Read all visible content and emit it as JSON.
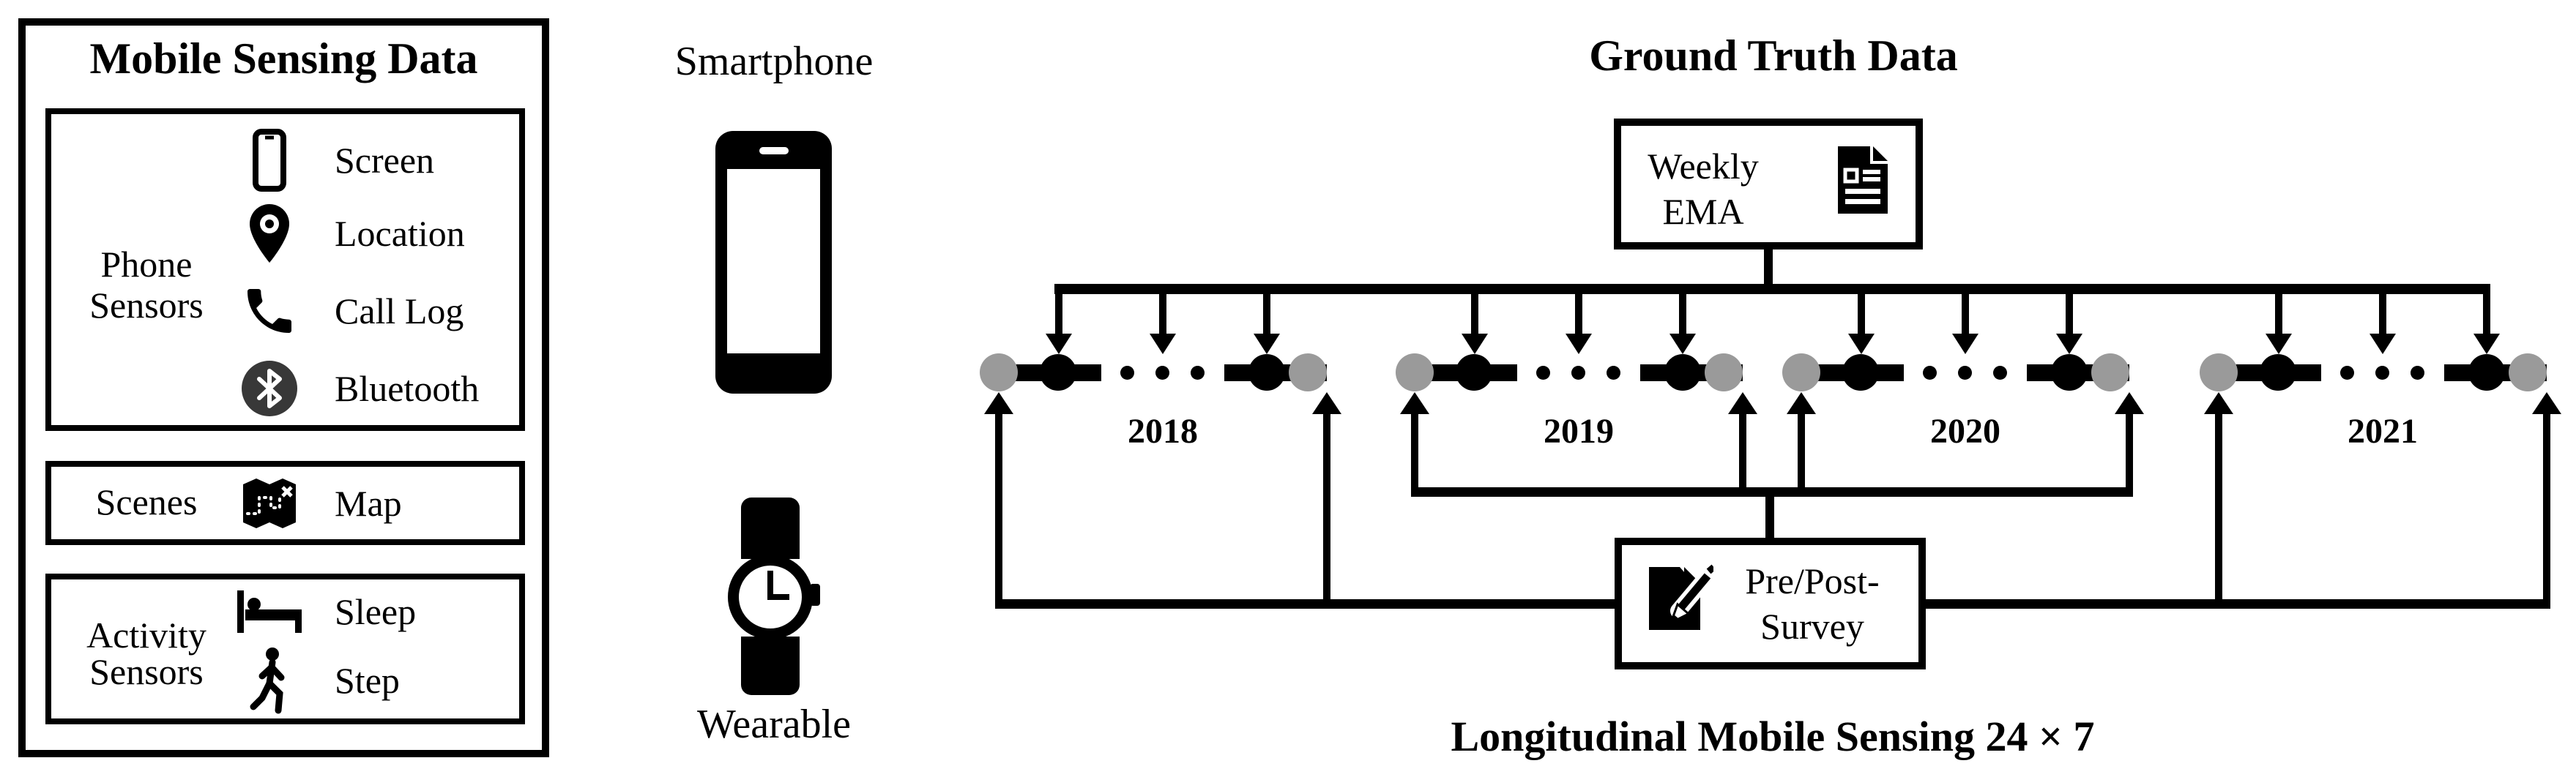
{
  "colors": {
    "ink": "#000000",
    "timeline_endpoint_gray": "#9a9a9a",
    "bluetooth_badge": "#383838"
  },
  "left_panel": {
    "title": "Mobile Sensing Data",
    "phone_sensors": {
      "label_line1": "Phone",
      "label_line2": "Sensors",
      "items": [
        {
          "icon": "phone-screen-icon",
          "label": "Screen"
        },
        {
          "icon": "location-pin-icon",
          "label": "Location"
        },
        {
          "icon": "call-handset-icon",
          "label": "Call Log"
        },
        {
          "icon": "bluetooth-icon",
          "label": "Bluetooth"
        }
      ]
    },
    "scenes": {
      "label": "Scenes",
      "items": [
        {
          "icon": "map-icon",
          "label": "Map"
        }
      ]
    },
    "activity_sensors": {
      "label_line1": "Activity",
      "label_line2": "Sensors",
      "items": [
        {
          "icon": "bed-sleep-icon",
          "label": "Sleep"
        },
        {
          "icon": "walking-person-icon",
          "label": "Step"
        }
      ]
    }
  },
  "devices": {
    "smartphone_label": "Smartphone",
    "wearable_label": "Wearable"
  },
  "ground_truth": {
    "title": "Ground Truth Data",
    "weekly_ema": {
      "line1": "Weekly",
      "line2": "EMA",
      "icon": "document-icon"
    },
    "years": [
      "2018",
      "2019",
      "2020",
      "2021"
    ],
    "survey": {
      "line1": "Pre/Post-",
      "line2": "Survey",
      "icon": "survey-pencil-icon"
    },
    "caption": "Longitudinal Mobile Sensing 24 × 7"
  }
}
